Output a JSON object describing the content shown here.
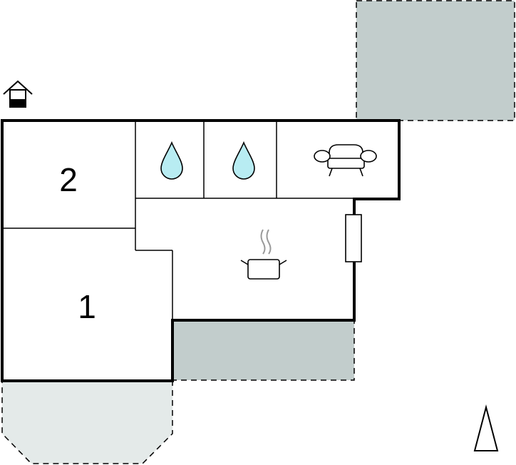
{
  "rooms": [
    {
      "label": "2",
      "type": "bedroom"
    },
    {
      "label": "1",
      "type": "bedroom"
    }
  ],
  "icons": {
    "entrance": "house-entrance-icon",
    "bathroom_1": "water-drop-icon",
    "bathroom_2": "water-drop-icon",
    "living_room": "sofa-icon",
    "kitchen": "cooking-pot-icon",
    "radiator": "radiator-icon",
    "north_arrow": "north-arrow-icon"
  },
  "colors": {
    "wall": "#000000",
    "terrace": "#c2cdcc",
    "garden": "#e4eae9",
    "water": "#b8ecf2",
    "steam": "#9a9a9a"
  }
}
